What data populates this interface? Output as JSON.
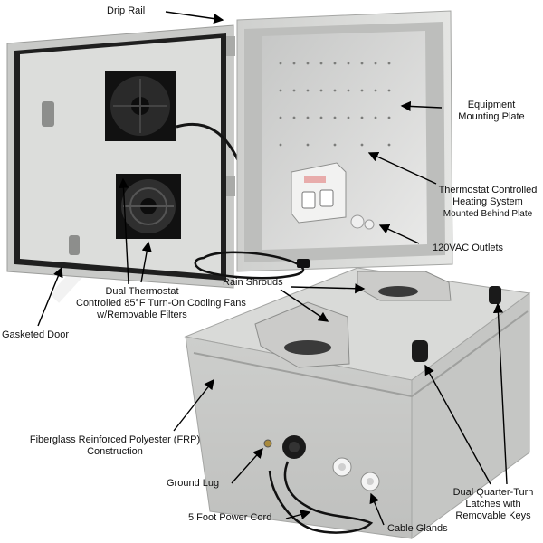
{
  "colors": {
    "enclosure": "#d8d9d7",
    "enclosure_shadow": "#b9bab8",
    "door_edge": "#2a2a2a",
    "fan": "#1a1a1a",
    "arrow": "#000000",
    "watermark": "#e6e6e6"
  },
  "callouts": {
    "drip_rail": "Drip Rail",
    "equipment_mounting_plate": [
      "Equipment",
      "Mounting Plate"
    ],
    "thermostat_heating": [
      "Thermostat Controlled",
      "Heating System"
    ],
    "thermostat_heating_sub": "Mounted Behind Plate",
    "outlets": "120VAC Outlets",
    "rain_shrouds": "Rain Shrouds",
    "cooling_fans": [
      "Dual Thermostat",
      "Controlled 85°F Turn-On Cooling Fans",
      "w/Removable Filters"
    ],
    "gasketed_door": "Gasketed Door",
    "frp": [
      "Fiberglass Reinforced Polyester (FRP)",
      "Construction"
    ],
    "ground_lug": "Ground Lug",
    "power_cord": "5 Foot Power Cord",
    "cable_glands": "Cable Glands",
    "latches": [
      "Dual Quarter-Turn",
      "Latches with",
      "Removable Keys"
    ]
  }
}
